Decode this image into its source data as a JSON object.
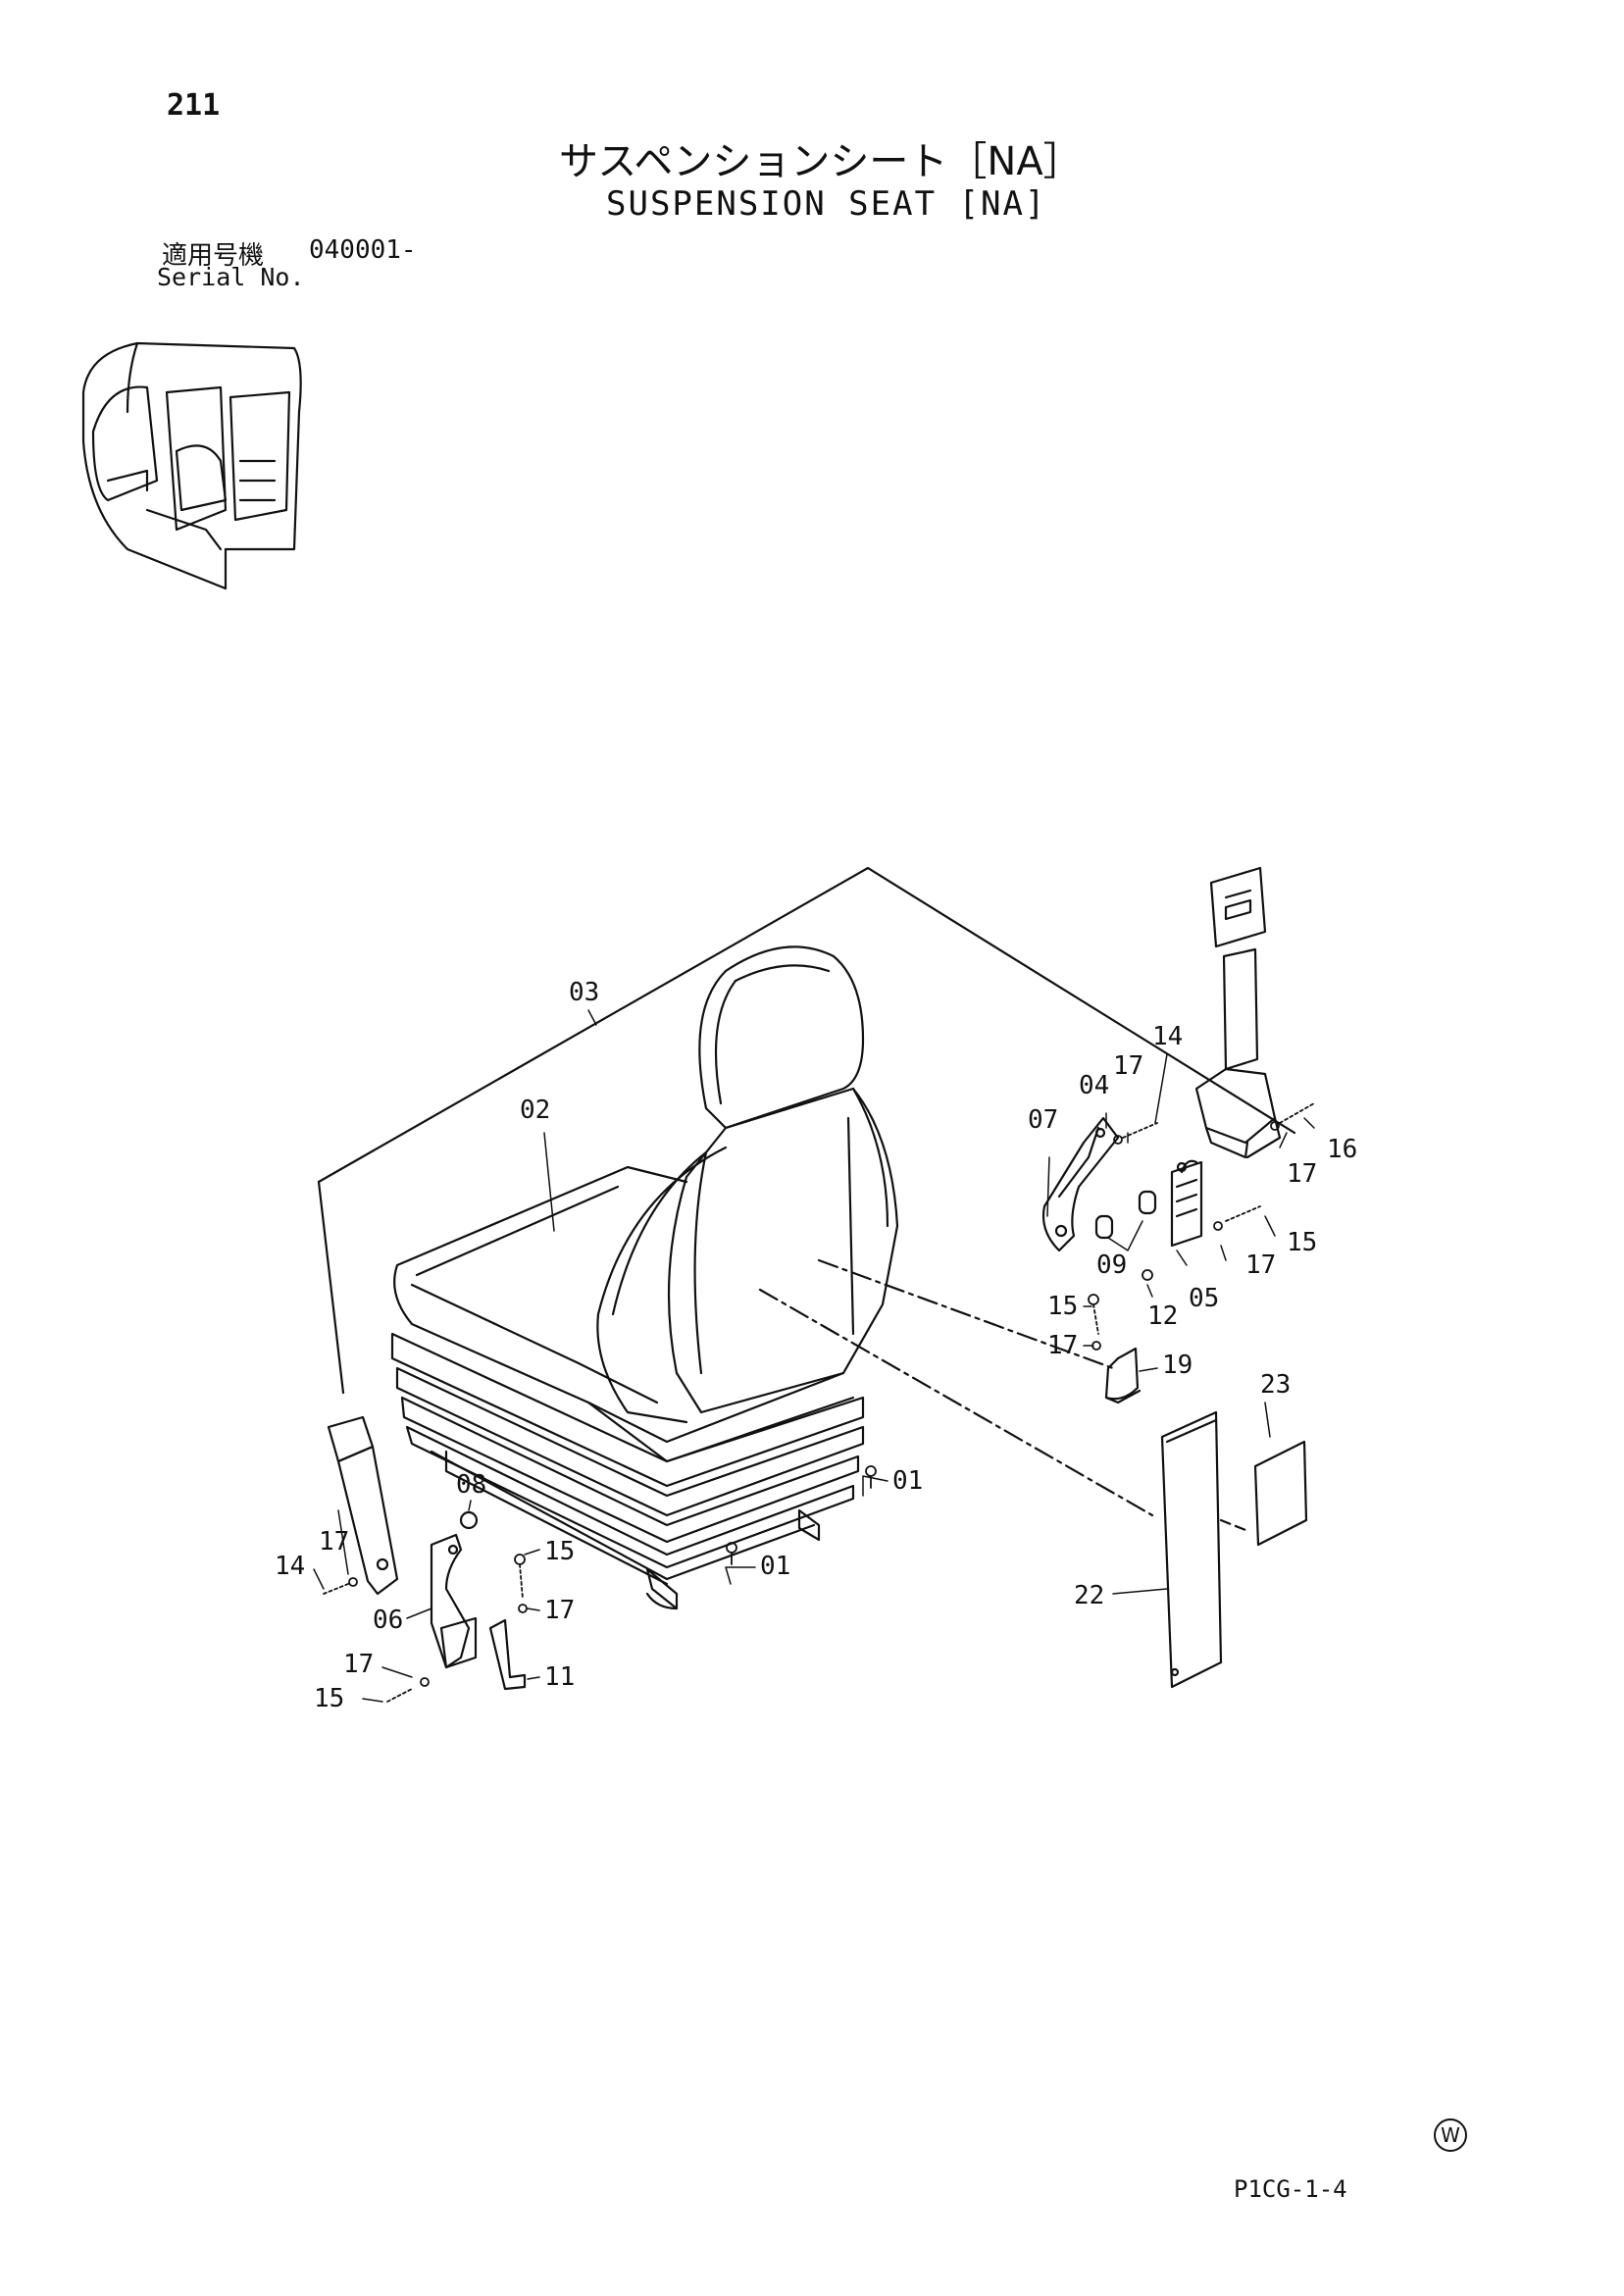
{
  "header": {
    "page_number": "211",
    "title_jp": "サスペンションシート［NA］",
    "title_en": "SUSPENSION SEAT [NA]",
    "serial_label_jp": "適用号機",
    "serial_number": "040001-",
    "serial_label_en": "Serial No."
  },
  "footer": {
    "ref_code": "P1CG-1-4",
    "mark": "W"
  },
  "callouts": [
    {
      "id": "c03",
      "text": "03"
    },
    {
      "id": "c02",
      "text": "02"
    },
    {
      "id": "c14a",
      "text": "14"
    },
    {
      "id": "c17a",
      "text": "17"
    },
    {
      "id": "c04",
      "text": "04"
    },
    {
      "id": "c07",
      "text": "07"
    },
    {
      "id": "c16",
      "text": "16"
    },
    {
      "id": "c17b",
      "text": "17"
    },
    {
      "id": "c15a",
      "text": "15"
    },
    {
      "id": "c17c",
      "text": "17"
    },
    {
      "id": "c09",
      "text": "09"
    },
    {
      "id": "c05",
      "text": "05"
    },
    {
      "id": "c12",
      "text": "12"
    },
    {
      "id": "c15b",
      "text": "15"
    },
    {
      "id": "c17d",
      "text": "17"
    },
    {
      "id": "c19",
      "text": "19"
    },
    {
      "id": "c23",
      "text": "23"
    },
    {
      "id": "c01a",
      "text": "01"
    },
    {
      "id": "c01b",
      "text": "01"
    },
    {
      "id": "c08",
      "text": "08"
    },
    {
      "id": "c17e",
      "text": "17"
    },
    {
      "id": "c14b",
      "text": "14"
    },
    {
      "id": "c15c",
      "text": "15"
    },
    {
      "id": "c06",
      "text": "06"
    },
    {
      "id": "c17f",
      "text": "17"
    },
    {
      "id": "c11",
      "text": "11"
    },
    {
      "id": "c17g",
      "text": "17"
    },
    {
      "id": "c15d",
      "text": "15"
    },
    {
      "id": "c22",
      "text": "22"
    }
  ]
}
